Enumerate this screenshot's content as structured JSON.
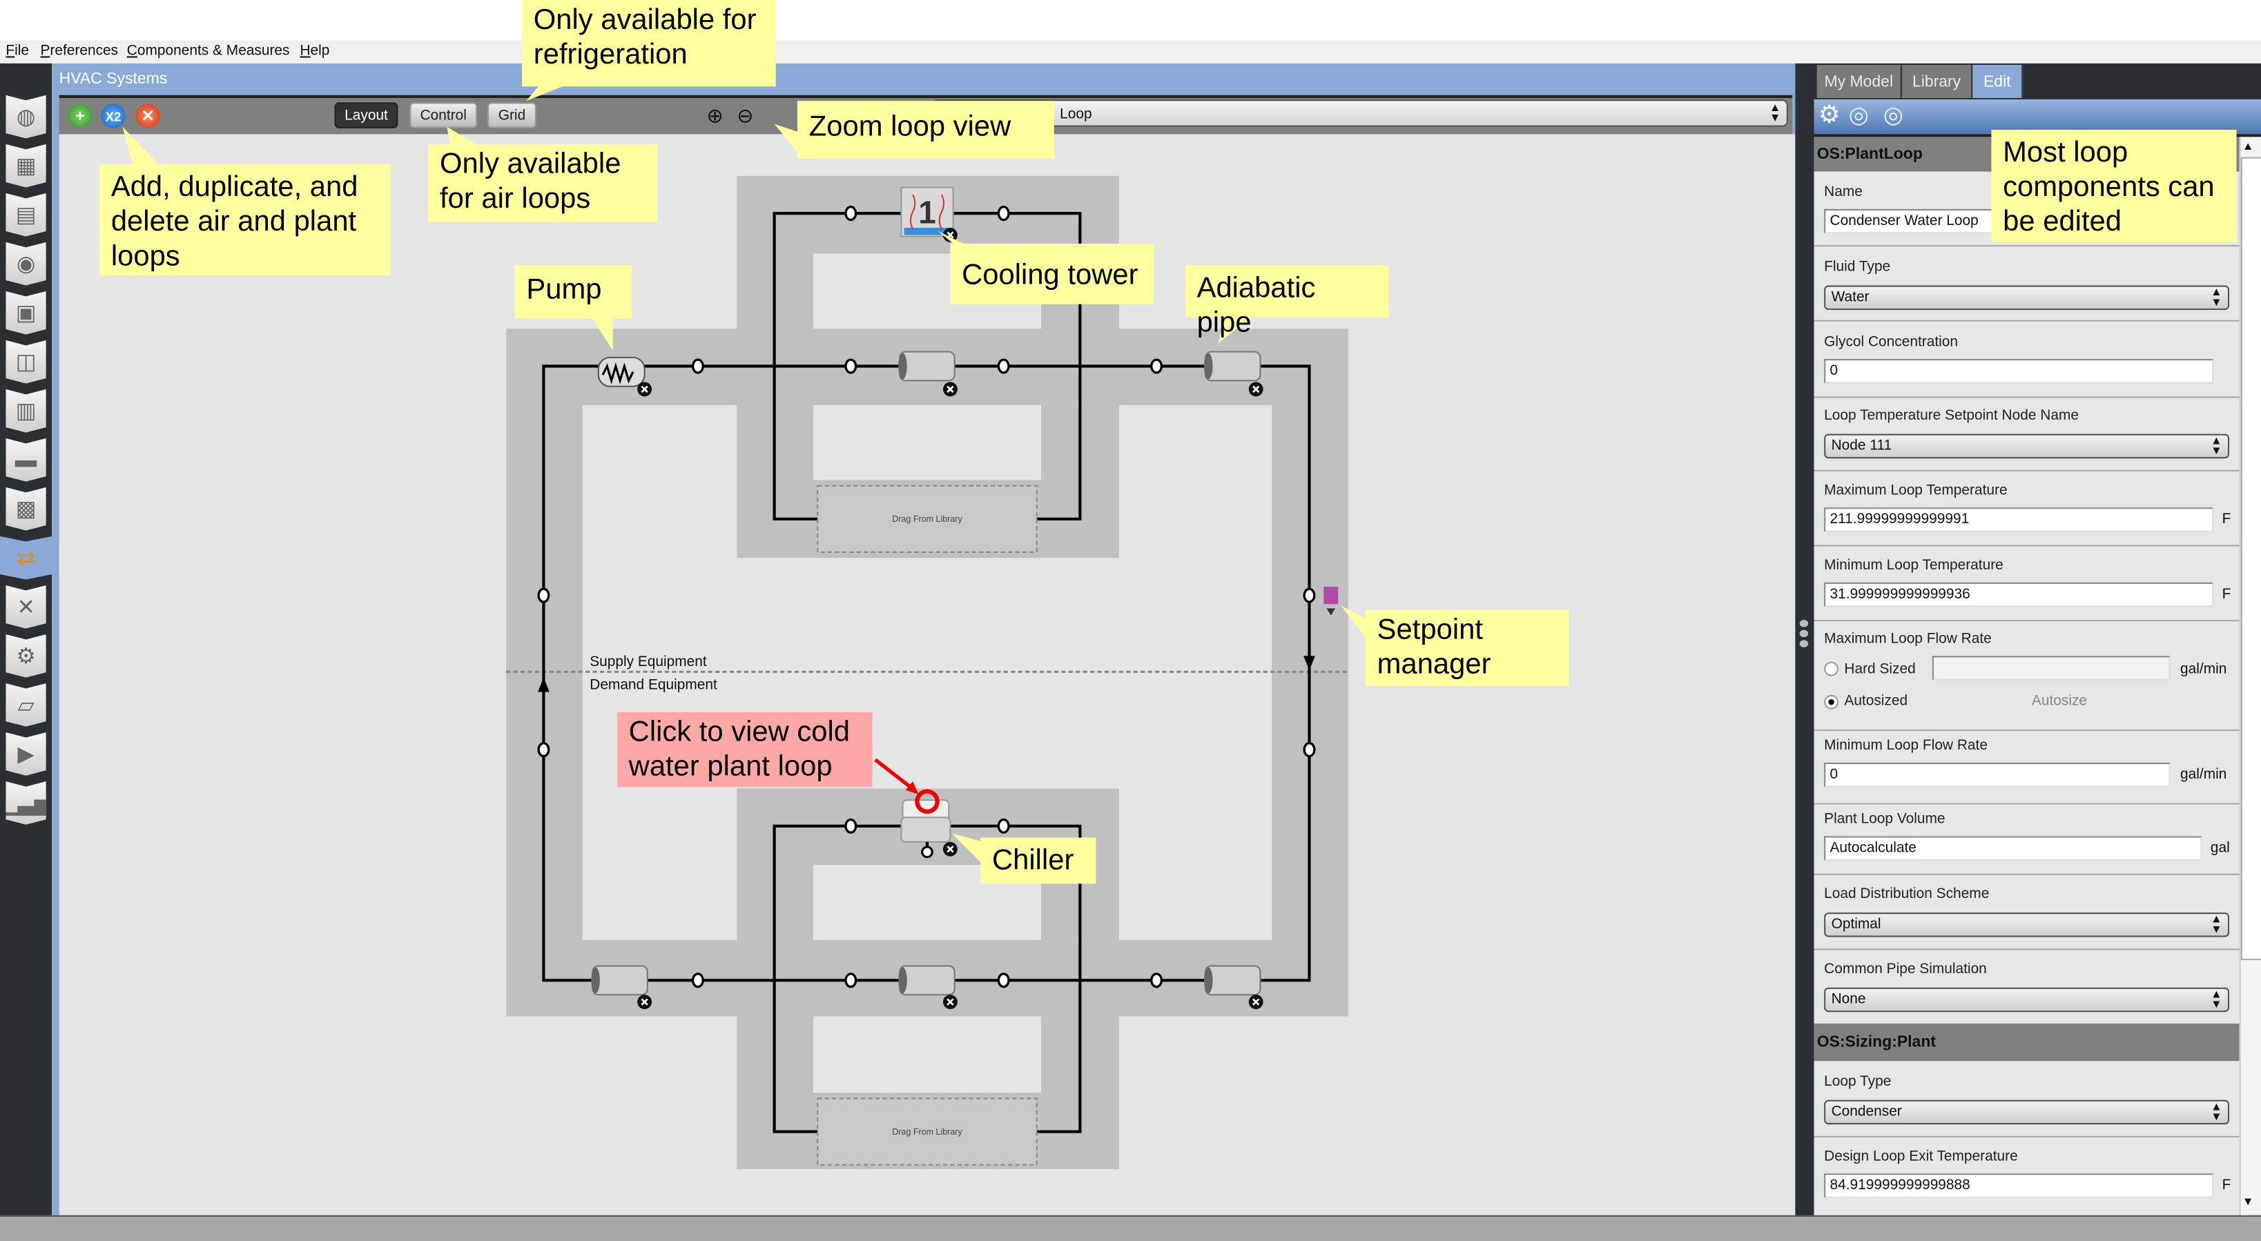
{
  "menu": [
    "File",
    "Preferences",
    "Components & Measures",
    "Help"
  ],
  "sidebar": {
    "items": [
      {
        "name": "site",
        "icon": "globe-icon"
      },
      {
        "name": "schedules",
        "icon": "calendar-icon"
      },
      {
        "name": "constructions",
        "icon": "bricks-icon"
      },
      {
        "name": "loads",
        "icon": "outlet-icon"
      },
      {
        "name": "space-types",
        "icon": "blocks-icon"
      },
      {
        "name": "geometry",
        "icon": "floorplan-icon"
      },
      {
        "name": "facility",
        "icon": "building-icon"
      },
      {
        "name": "spaces",
        "icon": "slab-icon"
      },
      {
        "name": "thermal-zones",
        "icon": "zones-icon"
      },
      {
        "name": "hvac-systems",
        "icon": "loop-arrows-icon",
        "active": true
      },
      {
        "name": "output-variables",
        "icon": "wrench-icon"
      },
      {
        "name": "simulation-settings",
        "icon": "gear-icon"
      },
      {
        "name": "scripts",
        "icon": "scroll-icon"
      },
      {
        "name": "run-simulation",
        "icon": "play-icon"
      },
      {
        "name": "results-summary",
        "icon": "bar-chart-icon"
      }
    ]
  },
  "hvac": {
    "title": "HVAC Systems",
    "toolbar": {
      "add": "+",
      "duplicate": "X2",
      "delete": "✕",
      "layout": "Layout",
      "control": "Control",
      "grid": "Grid",
      "loop_select": "Loop"
    },
    "supply_label": "Supply Equipment",
    "demand_label": "Demand Equipment",
    "drag_label": "Drag From Library"
  },
  "callouts": {
    "refrigeration": "Only available for refrigeration",
    "add_dup_delete": "Add, duplicate, and delete air and plant loops",
    "air_loops": "Only available for air loops",
    "zoom": "Zoom loop view",
    "pump": "Pump",
    "cooling_tower": "Cooling tower",
    "adiabatic_pipe": "Adiabatic pipe",
    "setpoint_manager": "Setpoint manager",
    "cold_water": "Click to view cold water plant loop",
    "chiller": "Chiller",
    "edit": "Most loop components can be edited"
  },
  "right_panel": {
    "tabs": [
      "My Model",
      "Library",
      "Edit"
    ],
    "active_tab": "Edit",
    "section1": "OS:PlantLoop",
    "name_label": "Name",
    "name_value": "Condenser Water Loop",
    "fluid_label": "Fluid Type",
    "fluid_value": "Water",
    "glycol_label": "Glycol Concentration",
    "glycol_value": "0",
    "setpoint_node_label": "Loop Temperature Setpoint Node Name",
    "setpoint_node_value": "Node 111",
    "max_temp_label": "Maximum Loop Temperature",
    "max_temp_value": "211.99999999999991",
    "temp_unit": "F",
    "min_temp_label": "Minimum Loop Temperature",
    "min_temp_value": "31.999999999999936",
    "max_flow_label": "Maximum Loop Flow Rate",
    "hard_sized": "Hard Sized",
    "autosized": "Autosized",
    "autosize_value": "Autosize",
    "flow_unit": "gal/min",
    "min_flow_label": "Minimum Loop Flow Rate",
    "min_flow_value": "0",
    "volume_label": "Plant Loop Volume",
    "volume_value": "Autocalculate",
    "volume_unit": "gal",
    "load_dist_label": "Load Distribution Scheme",
    "load_dist_value": "Optimal",
    "common_pipe_label": "Common Pipe Simulation",
    "common_pipe_value": "None",
    "section2": "OS:Sizing:Plant",
    "loop_type_label": "Loop Type",
    "loop_type_value": "Condenser",
    "exit_temp_label": "Design Loop Exit Temperature",
    "exit_temp_value": "84.919999999999888"
  },
  "colors": {
    "accent_blue": "#8aa9d6",
    "callout": "#ffffa0",
    "callout_red": "#ffa8a8",
    "setpoint": "#b04aa8"
  }
}
